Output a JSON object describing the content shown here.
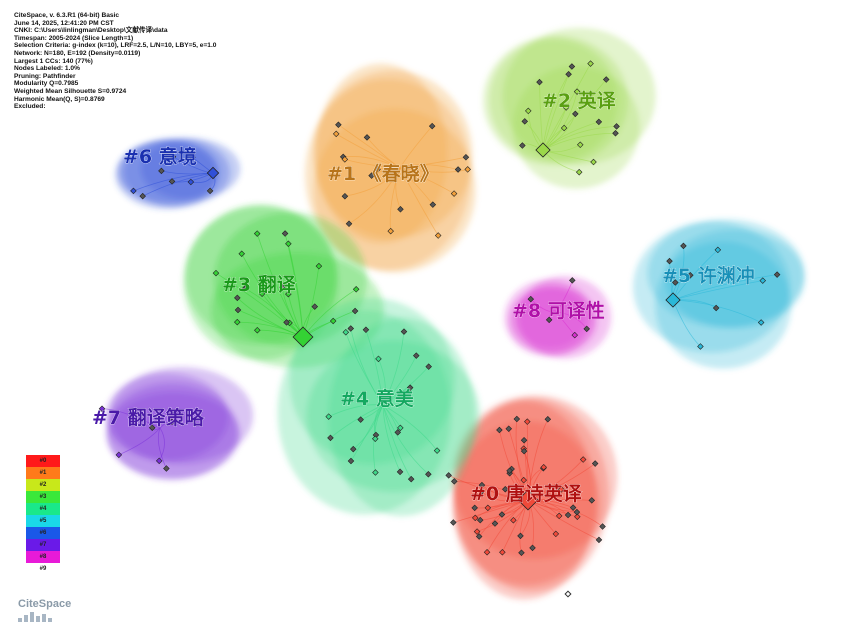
{
  "info_lines": [
    "CiteSpace, v. 6.3.R1 (64-bit) Basic",
    "June 14, 2025, 12:41:20 PM CST",
    "CNKI: C:\\Users\\linlingman\\Desktop\\文献传译\\data",
    "Timespan: 2005-2024 (Slice Length=1)",
    "Selection Criteria: g-index (k=10), LRF=2.5, L/N=10, LBY=5, e=1.0",
    "Network: N=180, E=192 (Density=0.0119)",
    "Largest 1 CCs: 140 (77%)",
    "Nodes Labeled: 1.0%",
    "Pruning: Pathfinder",
    "Modularity Q=0.7985",
    "Weighted Mean Silhouette S=0.9724",
    "Harmonic Mean(Q, S)=0.8769",
    "Excluded:"
  ],
  "clusters": [
    {
      "id": "#0",
      "label": "#0 唐诗英译",
      "color": "#f04a3a",
      "text_color": "#b01010"
    },
    {
      "id": "#1",
      "label": "#1 《春晓》",
      "color": "#f2a03c",
      "text_color": "#b8741a"
    },
    {
      "id": "#2",
      "label": "#2 英译",
      "color": "#9bd84a",
      "text_color": "#5aa012"
    },
    {
      "id": "#3",
      "label": "#3 翻译",
      "color": "#34d234",
      "text_color": "#1a9a1a"
    },
    {
      "id": "#4",
      "label": "#4 意美",
      "color": "#3ed88a",
      "text_color": "#14a860"
    },
    {
      "id": "#5",
      "label": "#5 许渊冲",
      "color": "#2ab8d8",
      "text_color": "#1890b8"
    },
    {
      "id": "#6",
      "label": "#6 意境",
      "color": "#3050d8",
      "text_color": "#1a30b0"
    },
    {
      "id": "#7",
      "label": "#7 翻译策略",
      "color": "#7a30d8",
      "text_color": "#4a1aa8"
    },
    {
      "id": "#8",
      "label": "#8 可译性",
      "color": "#d830d0",
      "text_color": "#b010a8"
    }
  ],
  "legend": [
    {
      "label": "#0",
      "color": "#ff1a1a"
    },
    {
      "label": "#1",
      "color": "#ff7a1a"
    },
    {
      "label": "#2",
      "color": "#c8e81a"
    },
    {
      "label": "#3",
      "color": "#3ae83a"
    },
    {
      "label": "#4",
      "color": "#1ae88a"
    },
    {
      "label": "#5",
      "color": "#1ad8e8"
    },
    {
      "label": "#6",
      "color": "#1a58e8"
    },
    {
      "label": "#7",
      "color": "#6a1ae8"
    },
    {
      "label": "#8",
      "color": "#e81ad8"
    },
    {
      "label": "#9",
      "color": "#ffffff"
    }
  ],
  "logo_text": "CiteSpace"
}
